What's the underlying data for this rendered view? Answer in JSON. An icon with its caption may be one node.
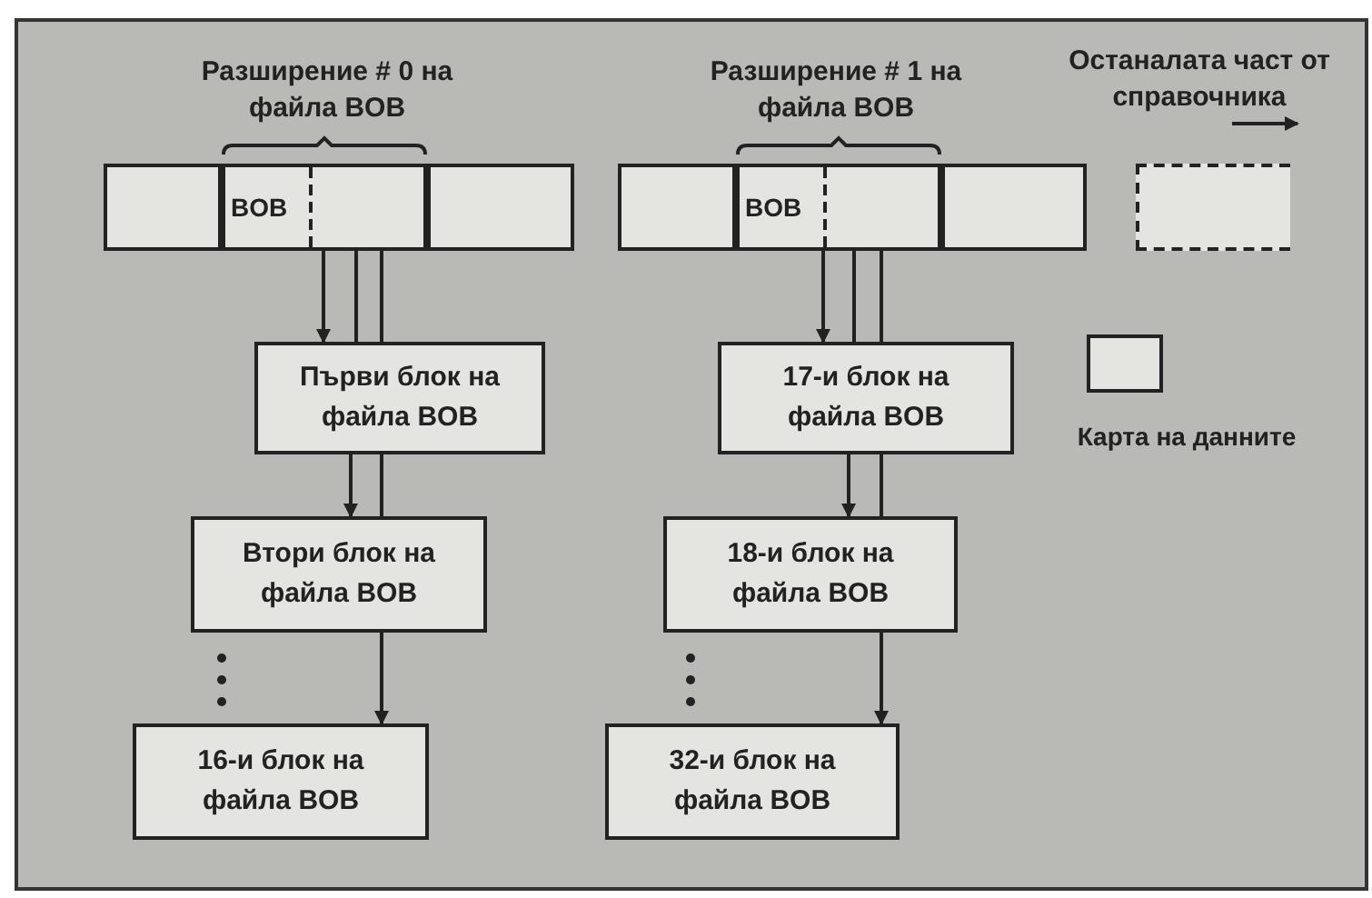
{
  "diagram": {
    "nodes": [
      {
        "text": [],
        "shape": "box"
      },
      {
        "text": [
          "BOB"
        ]
      },
      {
        "text": [],
        "shape": "box"
      },
      {
        "text": [],
        "shape": "box"
      },
      {
        "text": [
          "BOB"
        ]
      },
      {
        "text": [],
        "shape": "box"
      },
      {
        "text": [],
        "shape": "box"
      },
      {
        "text": [
          "Първи блок на файла BOB"
        ]
      },
      {
        "text": [
          "Втори блок на файла BOB"
        ]
      },
      {
        "text": [
          "16-и блок на файла BOB"
        ]
      },
      {
        "text": [
          "17-и блок на файла BOB"
        ]
      },
      {
        "text": [
          "18-и блок на файла BOB"
        ]
      },
      {
        "text": [
          "32-и блок на файла BOB"
        ]
      }
    ],
    "edges": [
      {
        "from": 1,
        "to": 7,
        "arrow": "to"
      },
      {
        "from": 1,
        "to": 7,
        "arrow": "none"
      },
      {
        "from": 1,
        "to": 7,
        "arrow": "none"
      },
      {
        "from": 7,
        "to": 8,
        "arrow": "to"
      },
      {
        "from": 7,
        "to": 8,
        "arrow": "none"
      },
      {
        "from": 8,
        "to": 9,
        "arrow": "to"
      },
      {
        "from": 4,
        "to": 10,
        "arrow": "to"
      },
      {
        "from": 4,
        "to": 10,
        "arrow": "none"
      },
      {
        "from": 4,
        "to": 10,
        "arrow": "none"
      },
      {
        "from": 10,
        "to": 11,
        "arrow": "to"
      },
      {
        "from": 10,
        "to": 11,
        "arrow": "none"
      },
      {
        "from": 11,
        "to": 12,
        "arrow": "to"
      }
    ],
    "labels": [
      "Разширение # 0 на файла BOB",
      "Разширение # 1 на файла BOB",
      "Останалата част от справочника"
    ],
    "legend": [
      {
        "text": "Карта на данните",
        "color": "#e4e4e0"
      }
    ]
  }
}
